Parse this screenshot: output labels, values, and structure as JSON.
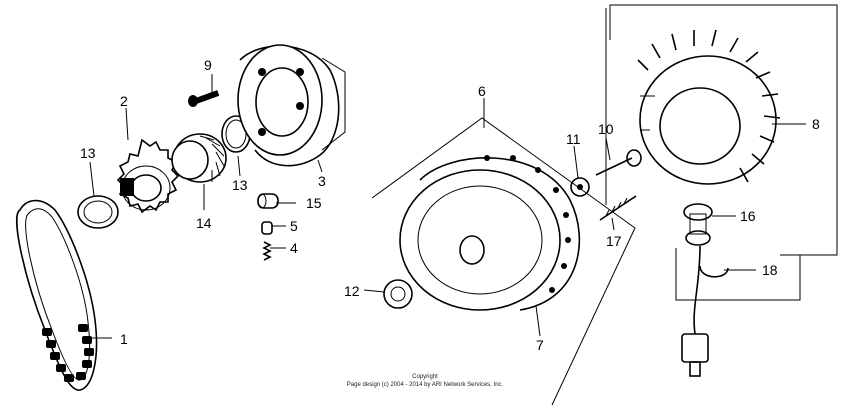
{
  "callouts": [
    "1",
    "2",
    "3",
    "4",
    "5",
    "6",
    "7",
    "8",
    "9",
    "10",
    "11",
    "12",
    "13",
    "13",
    "14",
    "15",
    "16",
    "17",
    "18"
  ],
  "copyright": {
    "line1": "Copyright",
    "line2": "Page design (c) 2004 - 2014 by ARI Network Services, Inc."
  },
  "colors": {
    "ink": "#000000",
    "paper": "#ffffff"
  }
}
